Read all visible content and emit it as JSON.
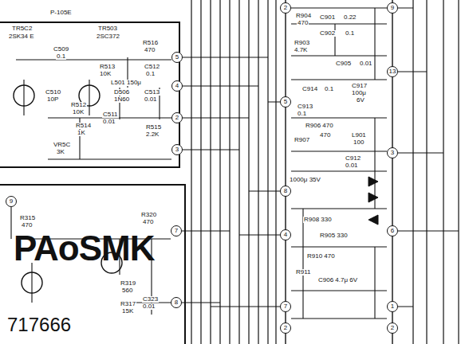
{
  "diagram": {
    "nodes": [
      {
        "text": [
          "5"
        ]
      },
      {
        "text": [
          "4"
        ]
      },
      {
        "text": [
          "2"
        ]
      },
      {
        "text": [
          "3"
        ]
      },
      {
        "text": [
          "9"
        ]
      },
      {
        "text": [
          "7"
        ]
      },
      {
        "text": [
          "8"
        ]
      },
      {
        "text": [
          "2"
        ]
      },
      {
        "text": [
          "9"
        ]
      },
      {
        "text": [
          "13"
        ]
      },
      {
        "text": [
          "5"
        ]
      },
      {
        "text": [
          "3"
        ]
      },
      {
        "text": [
          "8"
        ]
      },
      {
        "text": [
          "6"
        ]
      },
      {
        "text": [
          "4"
        ]
      },
      {
        "text": [
          "1"
        ]
      },
      {
        "text": [
          "7"
        ]
      },
      {
        "text": [
          "2"
        ]
      },
      {
        "text": [
          "2"
        ]
      }
    ],
    "labels": [
      "P-105E",
      "TR5C2",
      "2SK34 E",
      "TR503",
      "2SC372",
      "R516",
      "470",
      "C509",
      "0.1",
      "R513",
      "10K",
      "C512",
      "0.1",
      "L501 150μ",
      "D506",
      "1N60",
      "C513",
      "0.01",
      "C510",
      "10P",
      "R512",
      "10K",
      "C511",
      "0.01",
      "R514",
      "1K",
      "R515",
      "2.2K",
      "VR5C",
      "3K",
      "R315",
      "470",
      "R320",
      "470",
      "R319",
      "560",
      "R317",
      "15K",
      "C323",
      "0.01",
      "PAoSMK",
      "717666",
      "R904",
      "470",
      "C901",
      "0.22",
      "C902",
      "0.1",
      "R903",
      "4.7K",
      "C905",
      "0.01",
      "C914",
      "0.1",
      "C917",
      "100μ",
      "6V",
      "C913",
      "0.1",
      "R906 470",
      "R907",
      "470",
      "L901",
      "100",
      "C912",
      "0.01",
      "1000μ 35V",
      "R908 330",
      "R905 330",
      "R910 470",
      "R911",
      "C906 4.7μ 6V"
    ]
  }
}
